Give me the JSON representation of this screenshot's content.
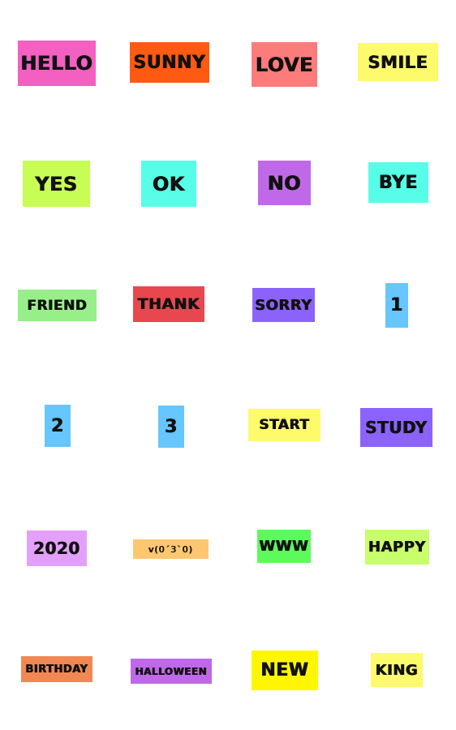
{
  "stickers": [
    {
      "text": "HELLO",
      "color": "#f45fc2"
    },
    {
      "text": "SUNNY",
      "color": "#ff5a12"
    },
    {
      "text": "LOVE",
      "color": "#fc7b7b"
    },
    {
      "text": "SMILE",
      "color": "#fdfa6b"
    },
    {
      "text": "YES",
      "color": "#c8fd55"
    },
    {
      "text": "OK",
      "color": "#57fde7"
    },
    {
      "text": "NO",
      "color": "#bf69e8"
    },
    {
      "text": "BYE",
      "color": "#57fde7"
    },
    {
      "text": "FRIEND",
      "color": "#98ef8a"
    },
    {
      "text": "THANK",
      "color": "#e8474f"
    },
    {
      "text": "SORRY",
      "color": "#8b63fa"
    },
    {
      "text": "1",
      "color": "#66c6fd"
    },
    {
      "text": "2",
      "color": "#66c6fd"
    },
    {
      "text": "3",
      "color": "#66c6fd"
    },
    {
      "text": "START",
      "color": "#fdfa6b"
    },
    {
      "text": "STUDY",
      "color": "#8b63fa"
    },
    {
      "text": "2020",
      "color": "#e3a0fa"
    },
    {
      "text": "v(0´3`0)",
      "color": "#fdc771"
    },
    {
      "text": "WWW",
      "color": "#5dfa5c"
    },
    {
      "text": "HAPPY",
      "color": "#c8fd6b"
    },
    {
      "text": "BIRTHDAY",
      "color": "#f08854"
    },
    {
      "text": "HALLOWEEN",
      "color": "#bf69e8"
    },
    {
      "text": "NEW",
      "color": "#fff600"
    },
    {
      "text": "KING",
      "color": "#fdfa6b"
    }
  ]
}
